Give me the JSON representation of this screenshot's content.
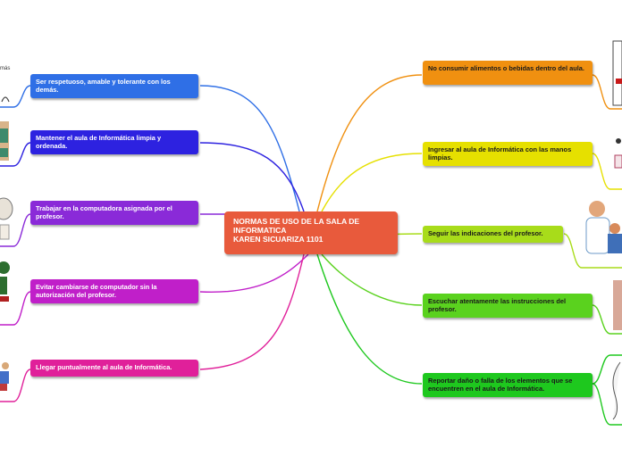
{
  "central": {
    "line1": "NORMAS DE USO DE LA SALA DE",
    "line2": "INFORMATICA",
    "line3": "KAREN SICUARIZA 1101"
  },
  "left_topics": [
    {
      "text": "Ser respetuoso, amable y tolerante con los demás.",
      "color": "#2f6fe6"
    },
    {
      "text": "Mantener el aula de Informática limpia y ordenada.",
      "color": "#2d22e0"
    },
    {
      "text": "Trabajar en la computadora asignada por el profesor.",
      "color": "#8a2ad8"
    },
    {
      "text": "Evitar cambiarse de computador sin la autorización del profesor.",
      "color": "#c01fc9"
    },
    {
      "text": "Llegar puntualmente al aula de Informática.",
      "color": "#e0209a"
    }
  ],
  "right_topics": [
    {
      "text": "No consumir alimentos o bebidas dentro del aula.",
      "color": "#f09010"
    },
    {
      "text": "Ingresar al aula de Informática con las manos limpias.",
      "color": "#e6e000"
    },
    {
      "text": "Seguir las indicaciones del profesor.",
      "color": "#a8dc1a"
    },
    {
      "text": "Escuchar atentamente las instrucciones del profesor.",
      "color": "#5ad21e"
    },
    {
      "text": "Reportar daño o falla de los elementos que se encuentren en el aula de Informática.",
      "color": "#1ec81e"
    }
  ],
  "edge_text": {
    "top_left": "más"
  }
}
